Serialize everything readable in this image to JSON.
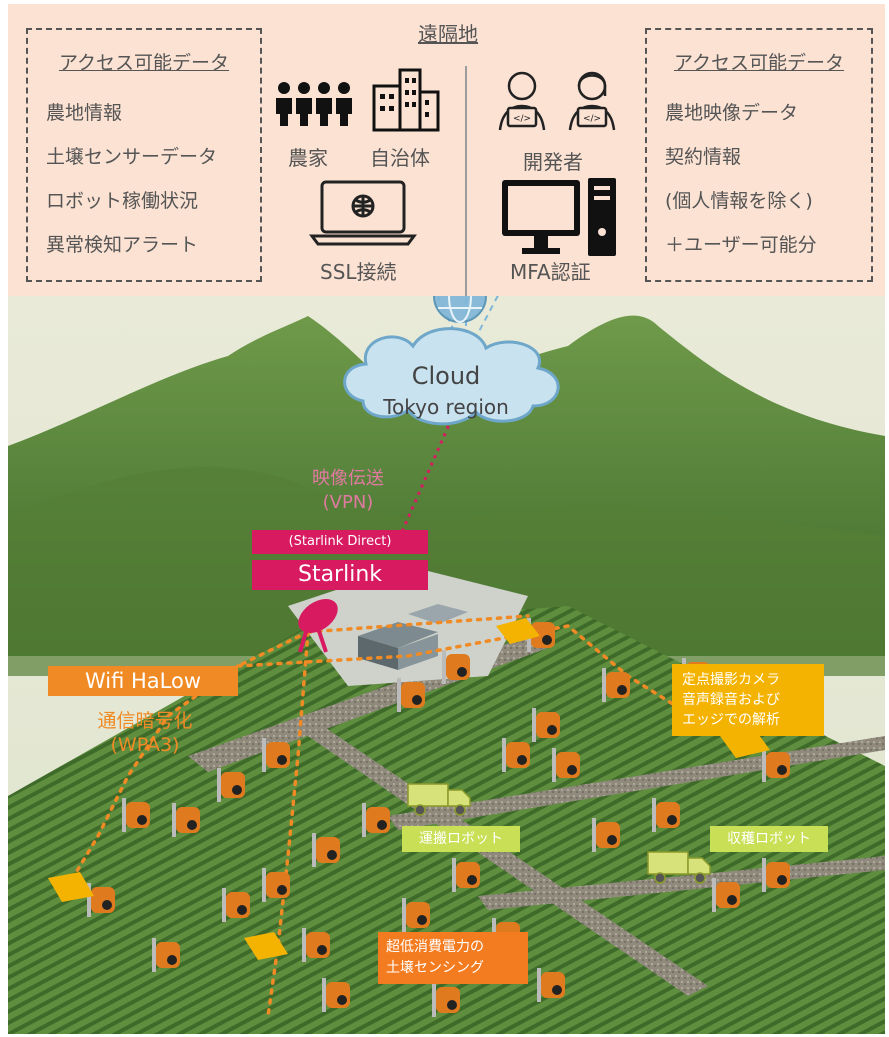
{
  "remote": {
    "title": "遠隔地",
    "left_box": {
      "title": "アクセス可能データ",
      "items": [
        "農地情報",
        "土壌センサーデータ",
        "ロボット稼働状況",
        "異常検知アラート"
      ]
    },
    "right_box": {
      "title": "アクセス可能データ",
      "items": [
        "農地映像データ",
        "契約情報",
        "(個人情報を除く)",
        "＋ユーザー可能分"
      ]
    },
    "farmers_label": "農家",
    "municipality_label": "自治体",
    "developers_label": "開発者",
    "ssl_label": "SSL接続",
    "mfa_label": "MFA認証"
  },
  "cloud": {
    "name": "Cloud",
    "region": "Tokyo region"
  },
  "link": {
    "video_line1": "映像伝送",
    "video_line2": "(VPN)"
  },
  "starlink": {
    "direct": "(Starlink Direct)",
    "name": "Starlink"
  },
  "wifi": {
    "name": "Wifi HaLow",
    "enc_line1": "通信暗号化",
    "enc_line2": "(WPA3)"
  },
  "camera_box": {
    "line1": "定点撮影カメラ",
    "line2": "音声録音および",
    "line3": "エッジでの解析"
  },
  "robots": {
    "transport": "運搬ロボット",
    "harvest": "収穫ロボット"
  },
  "sensor_box": {
    "line1": "超低消費電力の",
    "line2": "土壌センシング"
  },
  "colors": {
    "top_bg": "#fbe2d3",
    "starlink_pink": "#d81b60",
    "wifi_orange": "#f08a24",
    "camera_yellow": "#f5b301",
    "robot_lime": "#c9df55",
    "sensor_orange": "#f47c20",
    "cloud_blue": "#c8e2f0"
  }
}
